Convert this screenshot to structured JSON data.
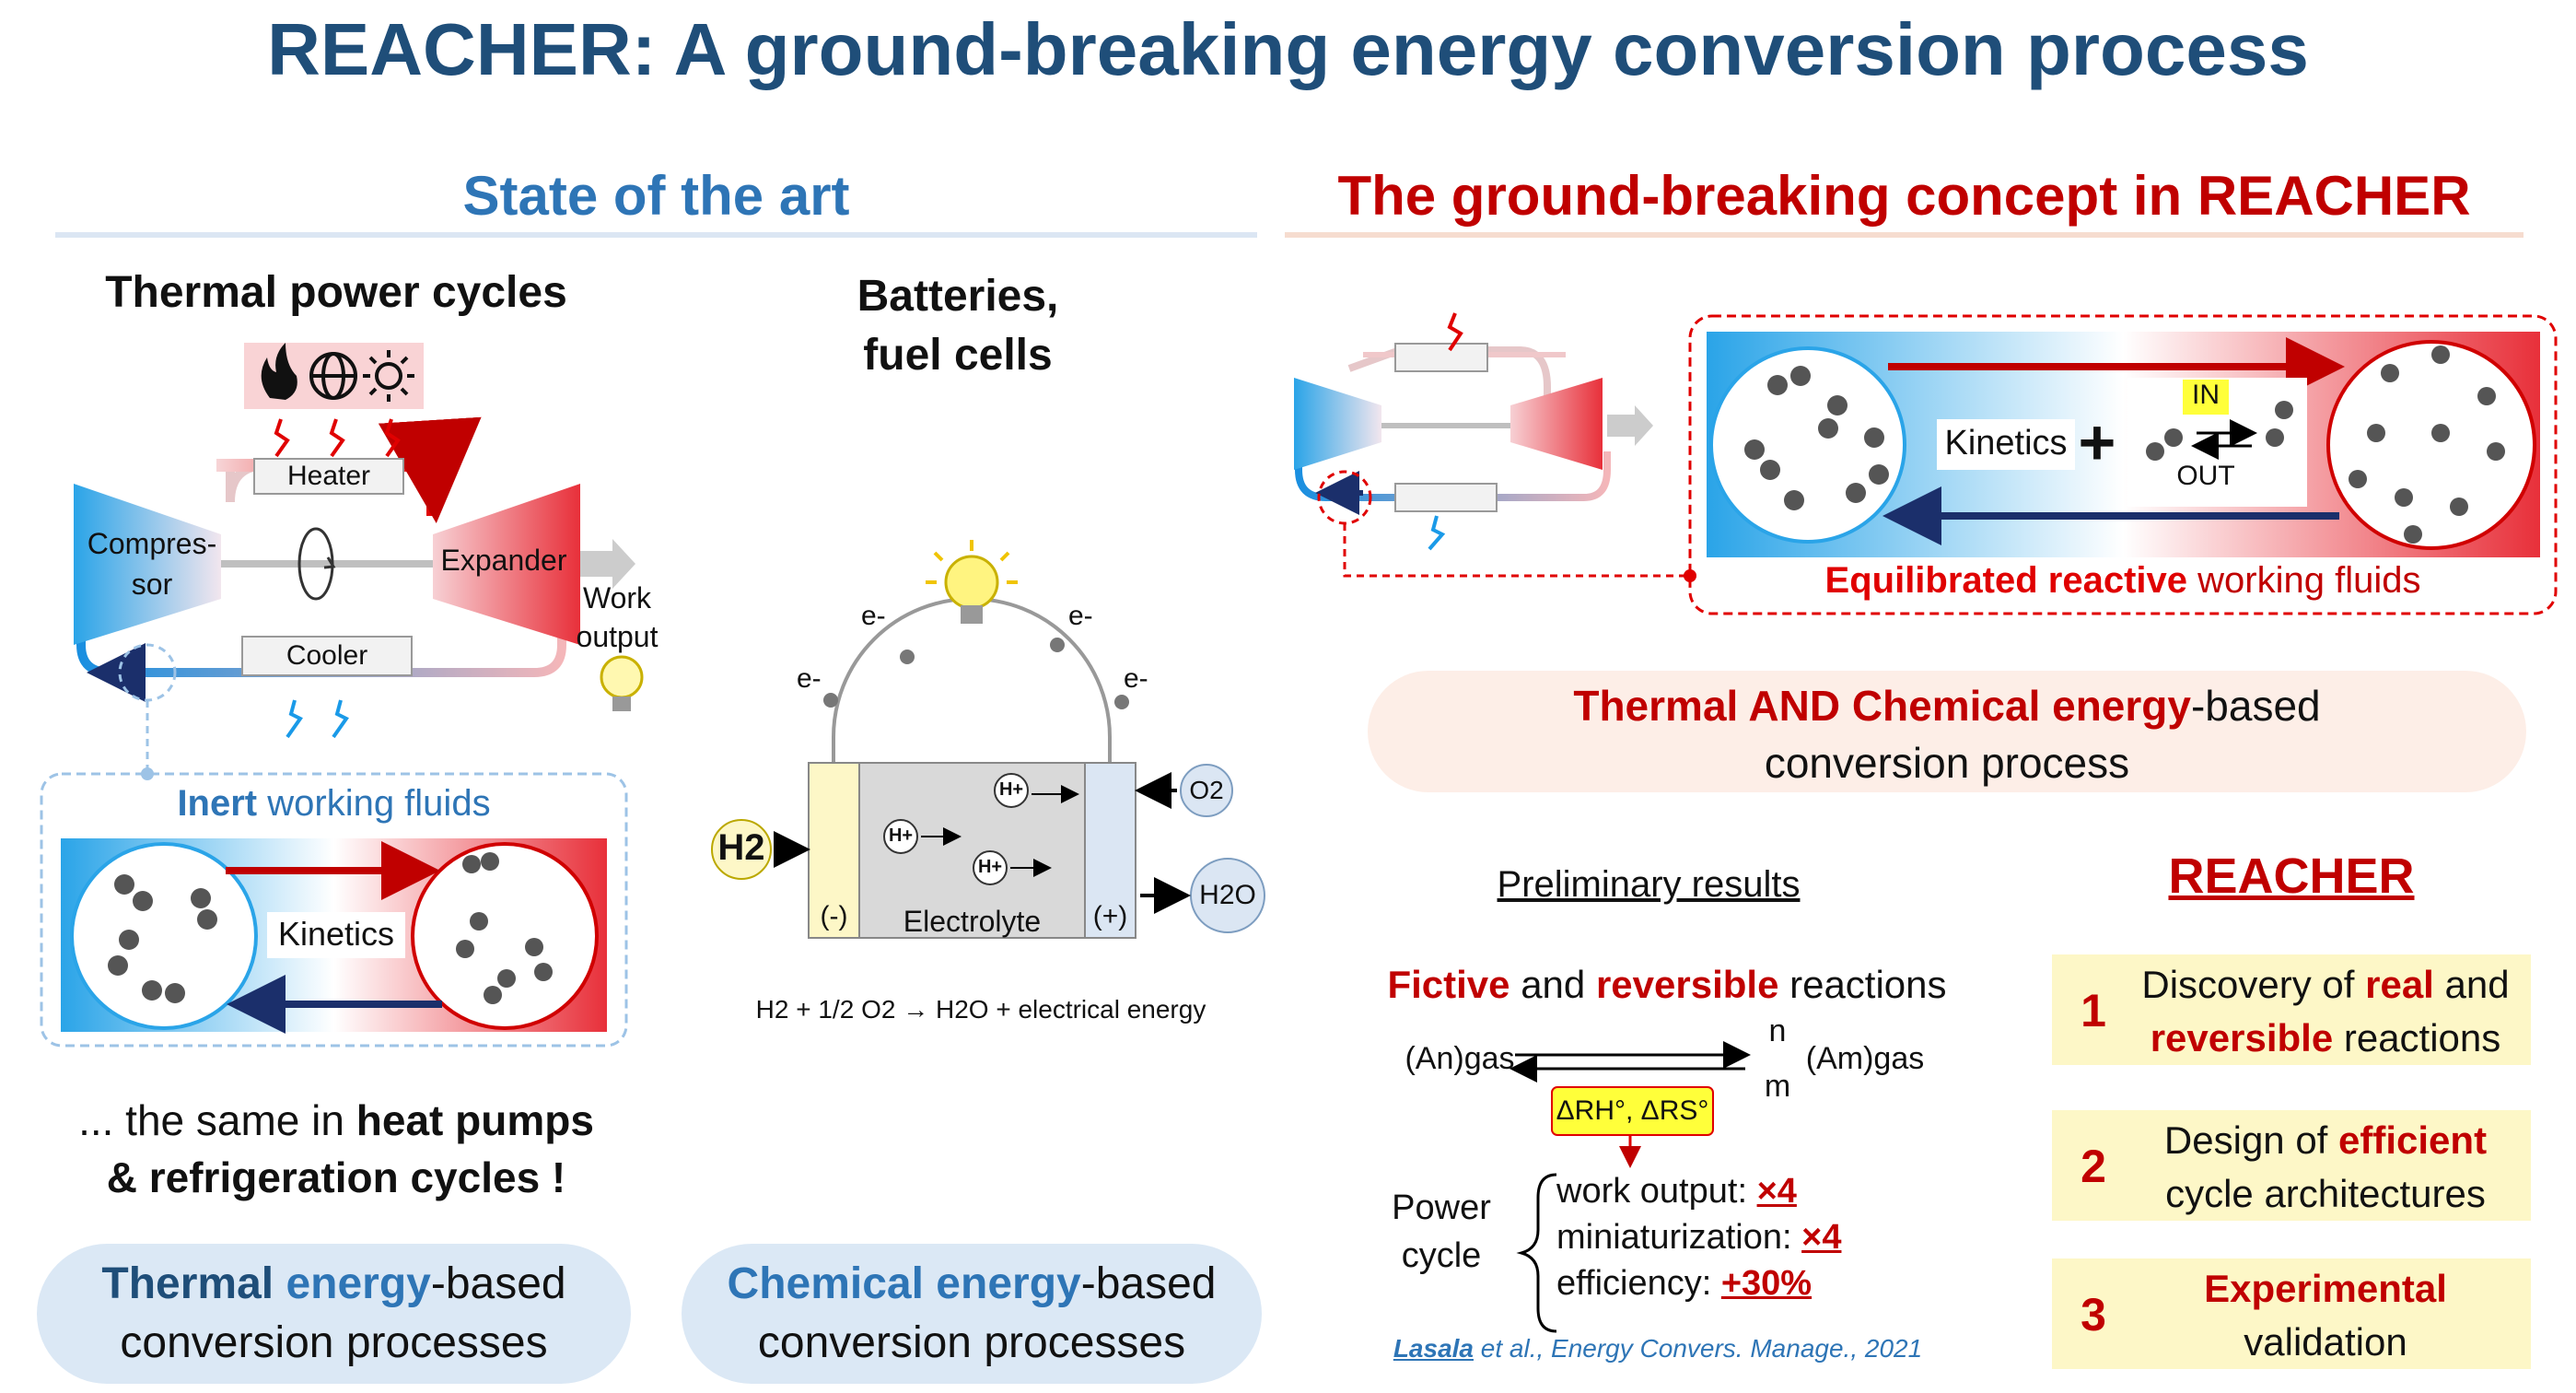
{
  "title": "REACHER: A ground-breaking energy conversion process",
  "left": {
    "heading": "State of the art",
    "thermal": {
      "title": "Thermal power cycles",
      "heater": "Heater",
      "compressor": "Compres-\nsor",
      "expander": "Expander",
      "cooler": "Cooler",
      "work_output": "Work\noutput",
      "inert_bold": "Inert",
      "inert_rest": " working fluids",
      "kinetics": "Kinetics",
      "same_prefix": "... the same in ",
      "same_bold1": "heat pumps",
      "same_bold2": "& refrigeration cycles !",
      "pill_word1": "Thermal",
      "pill_word2": "energy",
      "pill_rest1": "-based",
      "pill_line2": "conversion processes"
    },
    "battery": {
      "title": "Batteries,\nfuel cells",
      "electron": "e-",
      "proton": "H+",
      "h2": "H2",
      "o2": "O2",
      "h2o": "H2O",
      "neg": "(-)",
      "pos": "(+)",
      "electrolyte": "Electrolyte",
      "equation": "H2 + 1/2 O2 → H2O + electrical energy",
      "pill_word1": "Chemical",
      "pill_word2": "energy",
      "pill_rest1": "-based",
      "pill_line2": "conversion processes"
    }
  },
  "right": {
    "heading": "The ground-breaking concept in REACHER",
    "kinetics": "Kinetics",
    "plus": "+",
    "in": "IN",
    "out": "OUT",
    "fluids_bold": "Equilibrated reactive",
    "fluids_rest": " working fluids",
    "pill_bold": "Thermal AND Chemical energy",
    "pill_rest": "-based",
    "pill_line2": "conversion process",
    "prelim": "Preliminary results",
    "fictive_word": "Fictive",
    "and_word": " and ",
    "reversible_word": "reversible",
    "reactions_word": " reactions",
    "reaction_left": "(An)gas",
    "reaction_n": "n",
    "reaction_m": "m",
    "reaction_right": "(Am)gas",
    "thermo": "ΔRH°, ΔRS°",
    "power_cycle": "Power\ncycle",
    "results": [
      {
        "label": "work output: ",
        "value": "×4"
      },
      {
        "label": "miniaturization: ",
        "value": "×4"
      },
      {
        "label": "efficiency: ",
        "value": "+30%"
      }
    ],
    "citation_author": "Lasala",
    "citation_rest": " et al., Energy Convers. Manage., 2021",
    "reacher_heading": "REACHER",
    "steps": [
      {
        "num": "1",
        "pre": "Discovery of ",
        "bold": "real",
        "mid": " and",
        "bold2": "reversible",
        "post": " reactions"
      },
      {
        "num": "2",
        "pre": "Design of ",
        "bold": "efficient",
        "line2": "cycle architectures"
      },
      {
        "num": "3",
        "bold": "Experimental",
        "line2": "validation"
      }
    ]
  },
  "colors": {
    "title": "#1f4e79",
    "blue_heading": "#2e75b6",
    "red": "#c00000",
    "yellow_box": "#fdf7c7"
  }
}
